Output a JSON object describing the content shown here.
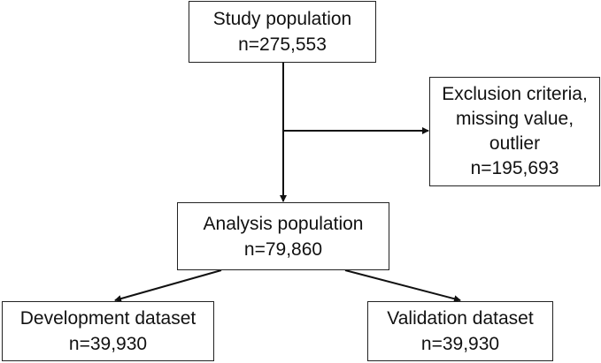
{
  "boxes": {
    "study_population": {
      "label": "Study population",
      "count": "n=275,553"
    },
    "exclusion": {
      "line1": "Exclusion criteria,",
      "line2": "missing value,",
      "line3": "outlier",
      "count": "n=195,693"
    },
    "analysis_population": {
      "label": "Analysis population",
      "count": "n=79,860"
    },
    "development_dataset": {
      "label": "Development dataset",
      "count": "n=39,930"
    },
    "validation_dataset": {
      "label": "Validation dataset",
      "count": "n=39,930"
    }
  }
}
